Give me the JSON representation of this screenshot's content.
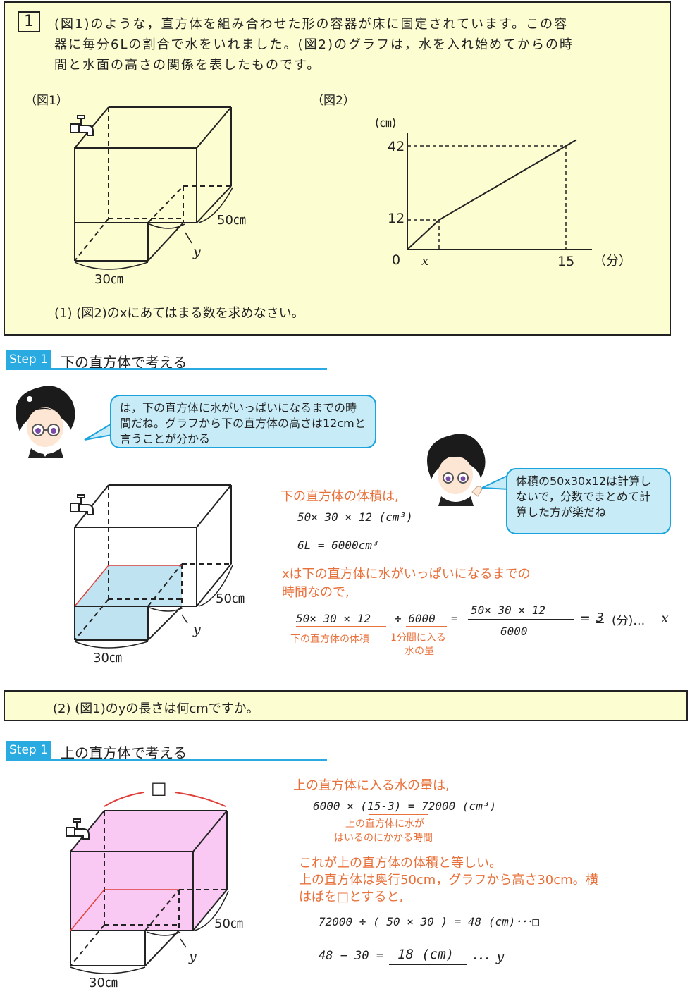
{
  "problem": {
    "number": "1",
    "text_lines": [
      "(図1)のような，直方体を組み合わせた形の容器が床に固定されています。この容",
      "器に毎分6Lの割合で水をいれました。(図2)のグラフは，水を入れ始めてからの時",
      "間と水面の高さの関係を表したものです。"
    ],
    "fig1_label": "（図1）",
    "fig2_label": "（図2）",
    "question1": "(1) (図2)のxにあてはまる数を求めなさい。",
    "question2": "(2) (図1)のyの長さは何cmですか。"
  },
  "fig1": {
    "dim_50": "50㎝",
    "dim_30": "30㎝",
    "dim_y": "y"
  },
  "graph": {
    "y_unit": "(㎝)",
    "x_unit": "（分）",
    "tick_42": "42",
    "tick_12": "12",
    "origin": "0",
    "tick_x": "x",
    "tick_15": "15"
  },
  "chart_data": {
    "type": "line",
    "x": [
      0,
      3,
      15,
      16
    ],
    "y": [
      0,
      12,
      42,
      44.5
    ],
    "xlabel": "（分）",
    "ylabel": "(㎝)",
    "x_ticks": [
      "0",
      "x",
      "15"
    ],
    "y_ticks": [
      "12",
      "42"
    ]
  },
  "step1": {
    "badge": "Step 1",
    "title": "下の直方体で考える",
    "bubble": "は，下の直方体に水がいっぱいになるまでの時間だね。グラフから下の直方体の高さは12cmと言うことが分かる",
    "bubble2": "体積の50x30x12は計算しないで，分数でまとめて計算した方が楽だね",
    "vol_heading": "下の直方体の体積は,",
    "vol_expr": "50× 30 × 12 (cm³)",
    "liters": "6L = 6000cm³",
    "time_line1": "xは下の直方体に水がいっぱいになるまでの",
    "time_line2": "時間なので,",
    "calc_left": "50× 30 × 12",
    "calc_div": "÷ 6000",
    "calc_eq": "=",
    "frac_num": "50× 30 × 12",
    "frac_den": "6000",
    "eq2": "=",
    "answer": "3",
    "answer_unit": "(分)…",
    "answer_var": "x",
    "note_volume": "下の直方体の体積",
    "note_rate_1": "1分間に入る",
    "note_rate_2": "水の量"
  },
  "step2": {
    "badge": "Step 1",
    "title": "上の直方体で考える",
    "box_symbol": "□",
    "heading": "上の直方体に入る水の量は,",
    "calc1": "6000 × (15-3) = 72000 (cm³)",
    "note1_1": "上の直方体に水が",
    "note1_2": "はいるのにかかる時間",
    "text1": "これが上の直方体の体積と等しい。",
    "text2": "上の直方体は奥行50cm，グラフから高さ30cm。横",
    "text3": "はばを□とすると,",
    "calc2": "72000 ÷ ( 50 × 30 ) = 48 (cm)･･･□",
    "calc3_left": "48 − 30 =",
    "calc3_ans": "18 (cm)",
    "calc3_right": "･･･",
    "calc3_var": "y"
  },
  "colors": {
    "box_bg": "#fdfdd2",
    "accent_blue": "#29abe2",
    "bubble_bg": "#c7ecf8",
    "water": "#bfe3f1",
    "pink": "#f9c9f4",
    "orange_text": "#e8703a"
  }
}
